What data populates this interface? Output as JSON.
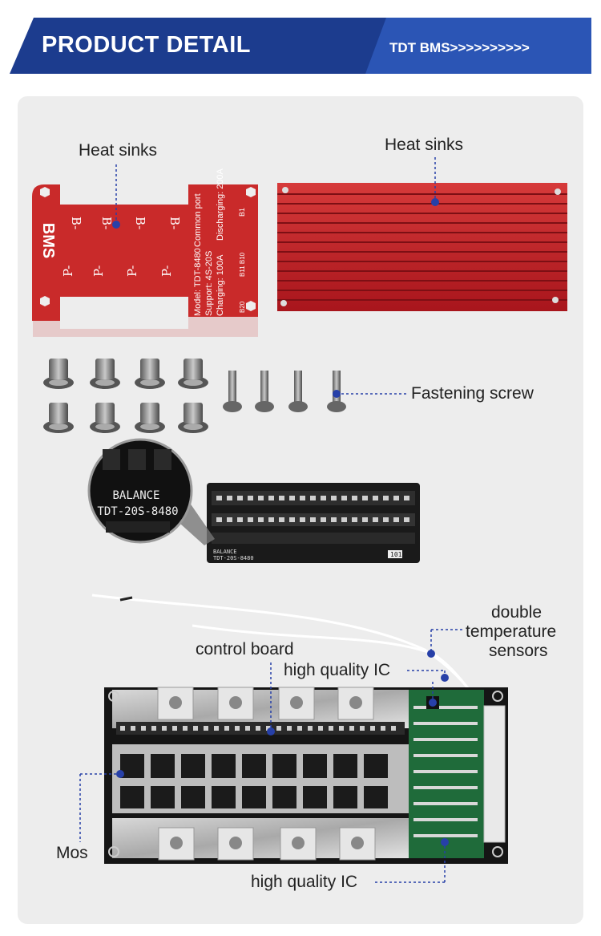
{
  "header": {
    "title": "PRODUCT DETAIL",
    "tag": "TDT BMS>>>>>>>>>>",
    "banner_color": "#1c3c8e",
    "accent_color": "#2b55b5"
  },
  "labels": {
    "heat_sinks_left": "Heat sinks",
    "heat_sinks_right": "Heat sinks",
    "fastening_screw": "Fastening screw",
    "double_temp_line1": "double",
    "double_temp_line2": "temperature",
    "double_temp_line3": "sensors",
    "control_board": "control board",
    "high_quality_ic_top": "high quality IC",
    "high_quality_ic_bottom": "high quality IC",
    "mos": "Mos"
  },
  "red_board": {
    "logo": "BMS",
    "b_minus": "B-",
    "p_minus": "P-",
    "model": "Model: TDT-8480",
    "port": "Common port",
    "support": "Support: 4S-20S",
    "discharging": "Discharging: 200A",
    "charging": "Charging: 100A",
    "b1": "B1",
    "b11b10": "B11 B10",
    "b20": "B20"
  },
  "balance_board": {
    "magnifier_line1": "BALANCE",
    "magnifier_line2": "TDT-20S-8480",
    "small_line1": "BALANCE",
    "small_line2": "TDT-20S-8480",
    "tag": "101"
  },
  "colors": {
    "red": "#c92a2a",
    "heatsink": "#c3242b",
    "dot": "#2740a8"
  }
}
